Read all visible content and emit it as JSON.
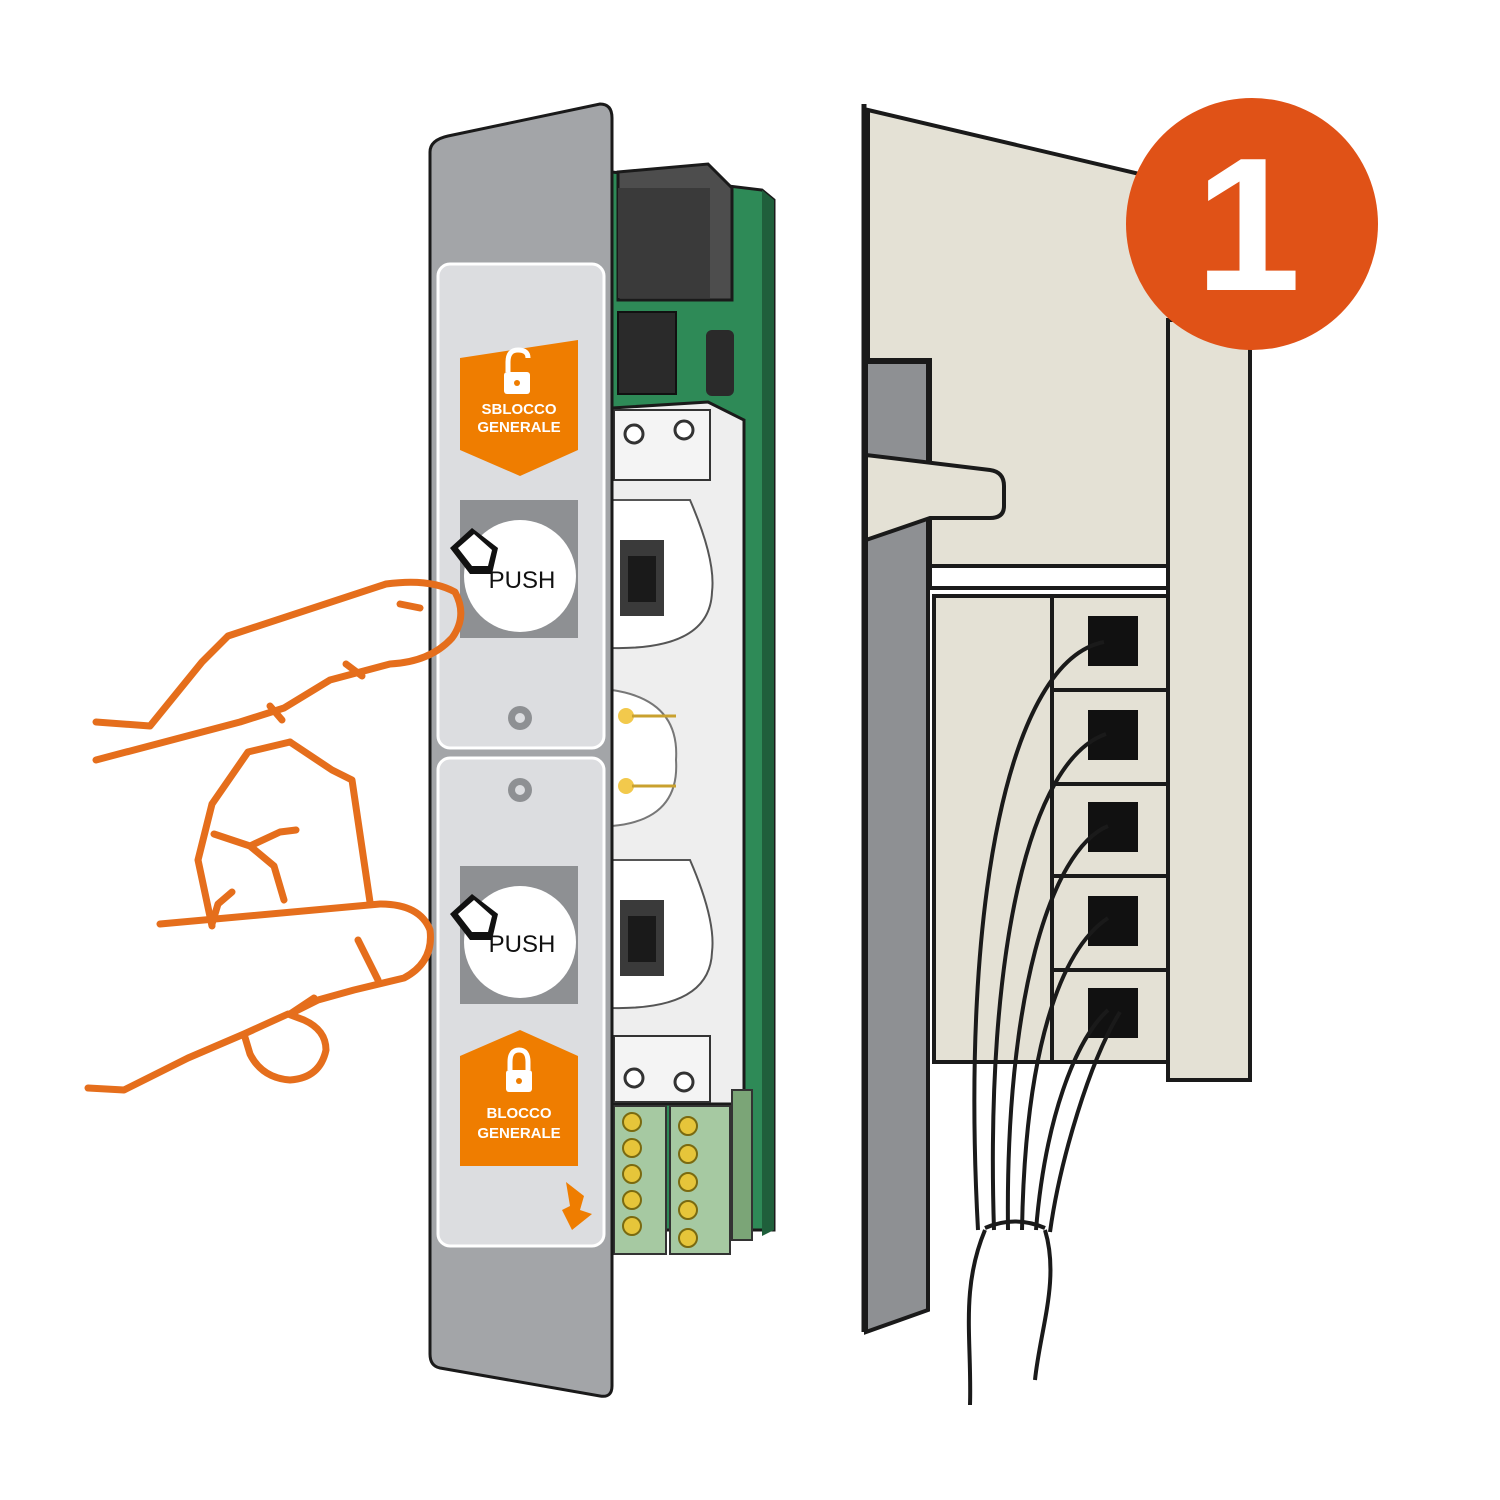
{
  "step_badge": {
    "number": "1",
    "color": "#e05217"
  },
  "panel": {
    "unlock_label_line1": "SBLOCCO",
    "unlock_label_line2": "GENERALE",
    "lock_label_line1": "BLOCCO",
    "lock_label_line2": "GENERALE",
    "top_button_label": "PUSH",
    "bottom_button_label": "PUSH",
    "label_color": "#ef7d00",
    "panel_color": "#a3a5a8"
  },
  "icons": {
    "unlock": "open-padlock-icon",
    "lock": "closed-padlock-icon",
    "finger_press": "finger-press-icon",
    "arrow": "arrow-down-icon",
    "hand": "hand-outline-icon"
  },
  "colors": {
    "hand_outline": "#e56e1c",
    "pcb": "#2e8a57",
    "wall": "#e4e1d5"
  }
}
